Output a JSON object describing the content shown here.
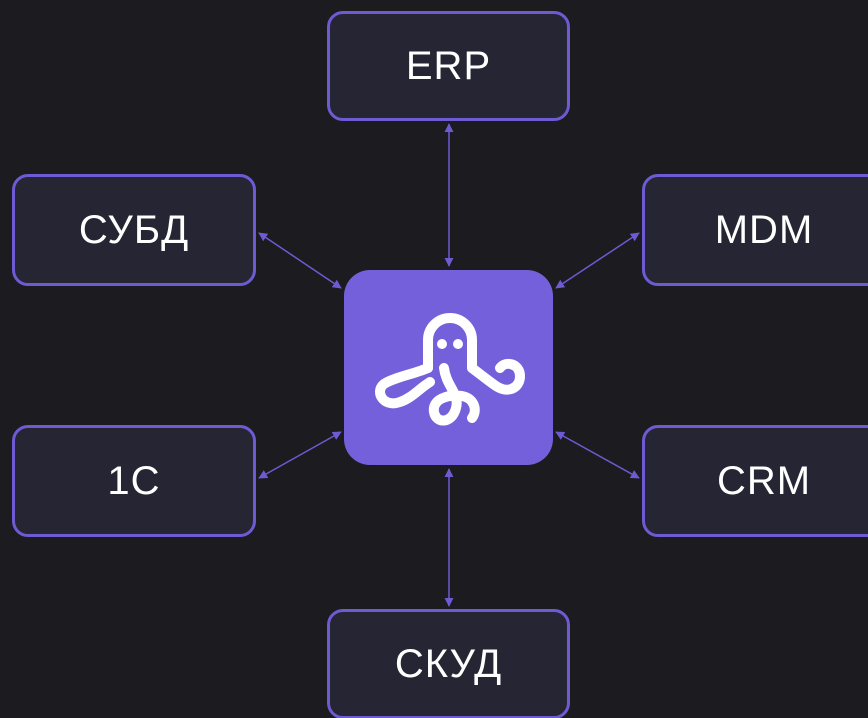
{
  "diagram": {
    "nodes": {
      "erp": "ERP",
      "subd": "СУБД",
      "mdm": "MDM",
      "one_c": "1C",
      "crm": "CRM",
      "skud": "СКУД"
    },
    "hub_icon": "octopus-icon",
    "colors": {
      "background": "#1c1b1f",
      "node_fill": "#262533",
      "node_border": "#6e5ad3",
      "hub_fill": "#7560dc",
      "connector": "#6e5ad3",
      "text": "#ffffff"
    }
  }
}
